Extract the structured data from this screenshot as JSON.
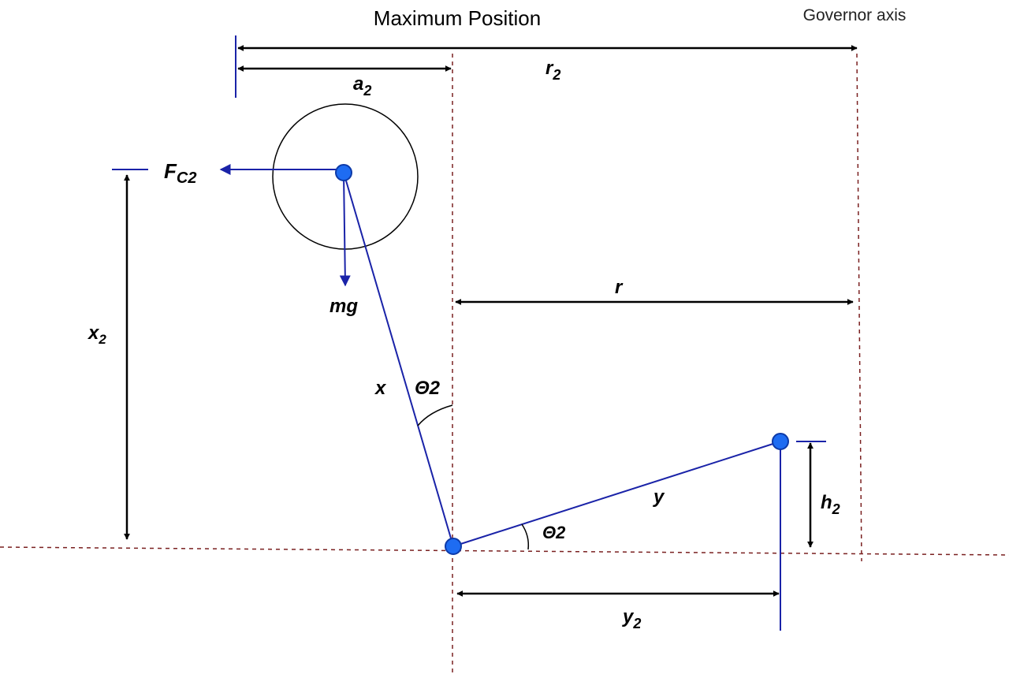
{
  "title": "Maximum Position",
  "axis_label": "Governor axis",
  "labels": {
    "a": "a",
    "a_sub": "2",
    "r2": "r",
    "r2_sub": "2",
    "fc": "F",
    "fc_sub": "C2",
    "mg": "mg",
    "x2": "x",
    "x2_sub": "2",
    "x": "x",
    "theta_upper": "Θ2",
    "r": "r",
    "y": "y",
    "theta_lower": "Θ2",
    "h2": "h",
    "h2_sub": "2",
    "y2": "y",
    "y2_sub": "2"
  },
  "colors": {
    "link": "#1a23a8",
    "node_fill": "#1e6cf2",
    "node_stroke": "#0d3aa8",
    "dim": "#000000",
    "centerline": "#7a2020"
  }
}
